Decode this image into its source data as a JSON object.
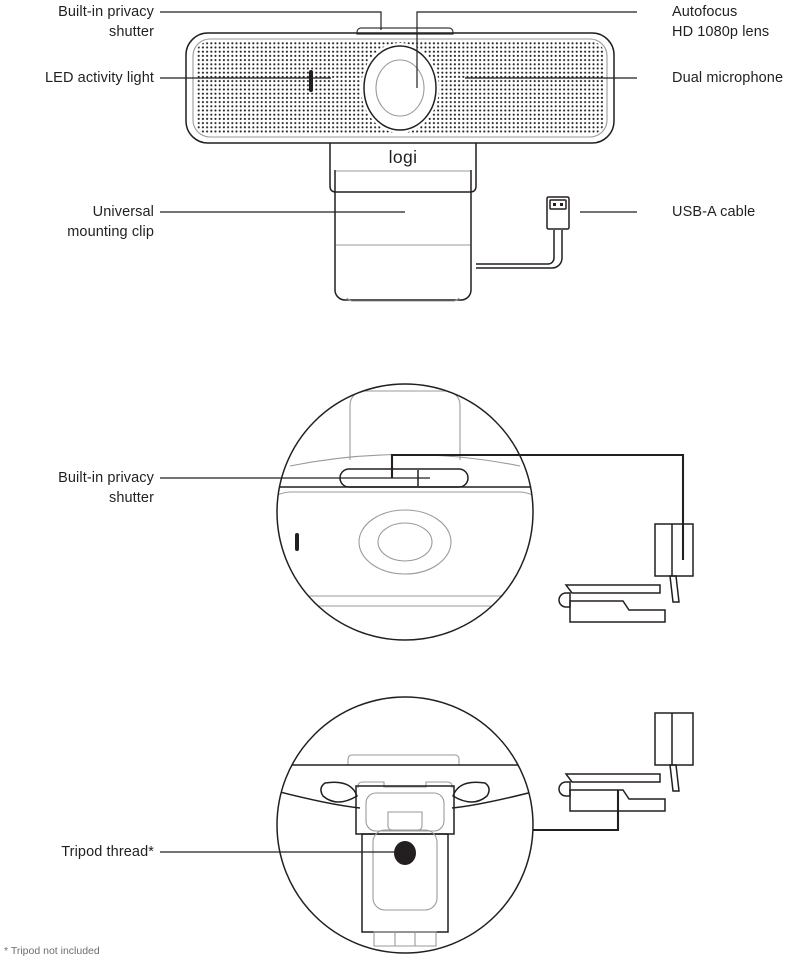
{
  "document": {
    "type": "product-feature-diagram",
    "subject": "Logitech webcam",
    "brand_mark": "logi"
  },
  "views": [
    {
      "id": "front-view",
      "name": "Front three-quarter view of webcam with mounting clip and cable"
    },
    {
      "id": "shutter-detail",
      "name": "Circular magnified detail of top edge showing privacy shutter"
    },
    {
      "id": "tripod-detail",
      "name": "Circular magnified detail of underside showing tripod thread"
    }
  ],
  "callouts": [
    {
      "id": "privacy-shutter-top",
      "label": "Built-in privacy\nshutter",
      "align": "right",
      "view": "front-view"
    },
    {
      "id": "led-activity-light",
      "label": "LED activity light",
      "align": "right",
      "view": "front-view"
    },
    {
      "id": "autofocus-lens",
      "label": "Autofocus\nHD 1080p lens",
      "align": "left",
      "view": "front-view"
    },
    {
      "id": "dual-microphone",
      "label": "Dual microphone",
      "align": "left",
      "view": "front-view"
    },
    {
      "id": "universal-mounting-clip",
      "label": "Universal\nmounting clip",
      "align": "right",
      "view": "front-view"
    },
    {
      "id": "usb-a-cable",
      "label": "USB-A cable",
      "align": "left",
      "view": "front-view"
    },
    {
      "id": "privacy-shutter-detail",
      "label": "Built-in privacy\nshutter",
      "align": "right",
      "view": "shutter-detail"
    },
    {
      "id": "tripod-thread",
      "label": "Tripod thread*",
      "align": "right",
      "view": "tripod-detail"
    }
  ],
  "footnote": {
    "text": "* Tripod not included"
  },
  "colors": {
    "line": "#231f20",
    "line_mid": "#3b3b3d",
    "line_light": "#9a9a9d",
    "footnote": "#6d6e71",
    "background": "#ffffff"
  }
}
